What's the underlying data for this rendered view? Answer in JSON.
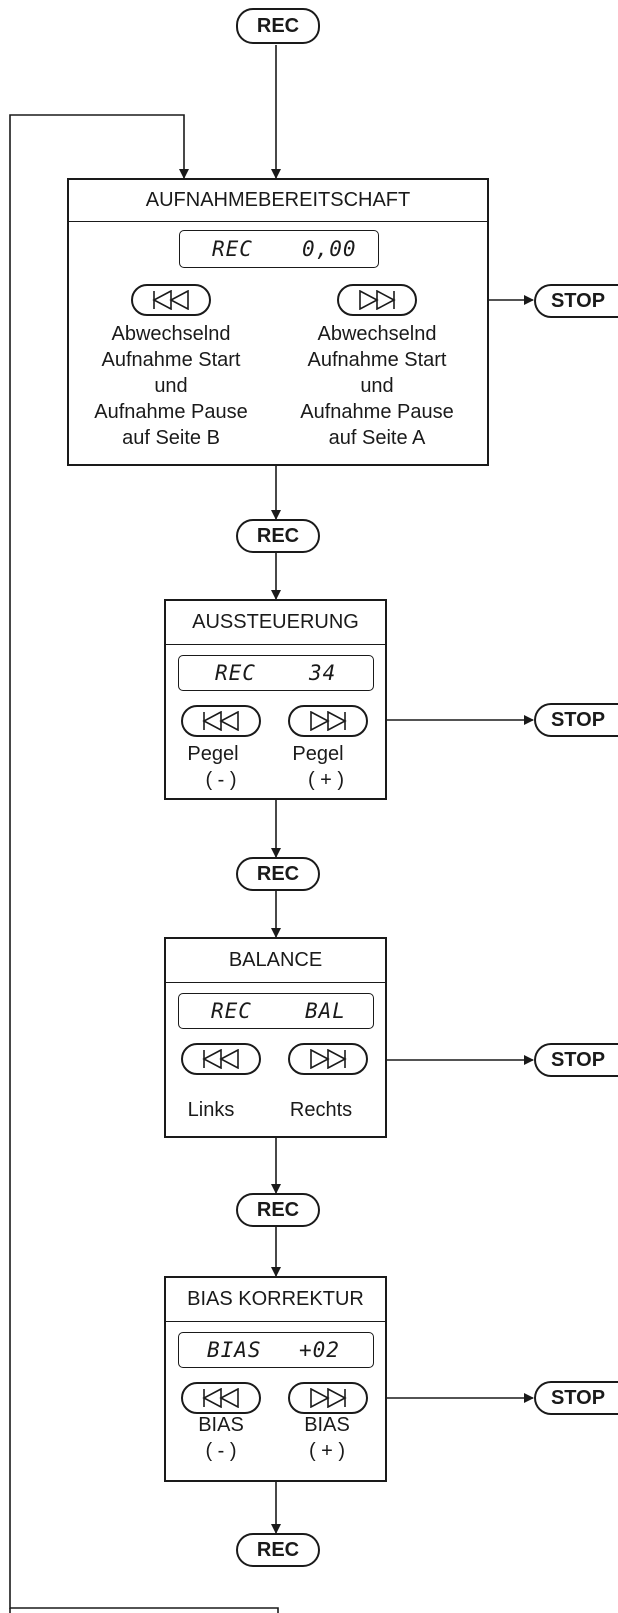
{
  "rec_label": "REC",
  "stop_label": "STOP",
  "steps": [
    {
      "title": "AUFNAHMEBEREITSCHAFT",
      "display_left": "REC",
      "display_right": "0,00",
      "left_button_icon": "skip-back-icon",
      "right_button_icon": "skip-forward-icon",
      "left_desc": [
        "Abwechselnd",
        "Aufnahme Start",
        "und",
        "Aufnahme Pause",
        "auf Seite B"
      ],
      "right_desc": [
        "Abwechselnd",
        "Aufnahme Start",
        "und",
        "Aufnahme Pause",
        "auf Seite A"
      ]
    },
    {
      "title": "AUSSTEUERUNG",
      "display_left": "REC",
      "display_right": "34",
      "left_button_icon": "skip-back-icon",
      "right_button_icon": "skip-forward-icon",
      "left_desc": [
        "Pegel",
        "( - )"
      ],
      "right_desc": [
        "Pegel",
        "( + )"
      ]
    },
    {
      "title": "BALANCE",
      "display_left": "REC",
      "display_right": "BAL",
      "left_button_icon": "skip-back-icon",
      "right_button_icon": "skip-forward-icon",
      "left_desc": [
        "Links"
      ],
      "right_desc": [
        "Rechts"
      ]
    },
    {
      "title": "BIAS KORREKTUR",
      "display_left": "BIAS",
      "display_right": "+02",
      "left_button_icon": "skip-back-icon",
      "right_button_icon": "skip-forward-icon",
      "left_desc": [
        "BIAS",
        "( - )"
      ],
      "right_desc": [
        "BIAS",
        "( + )"
      ]
    }
  ]
}
